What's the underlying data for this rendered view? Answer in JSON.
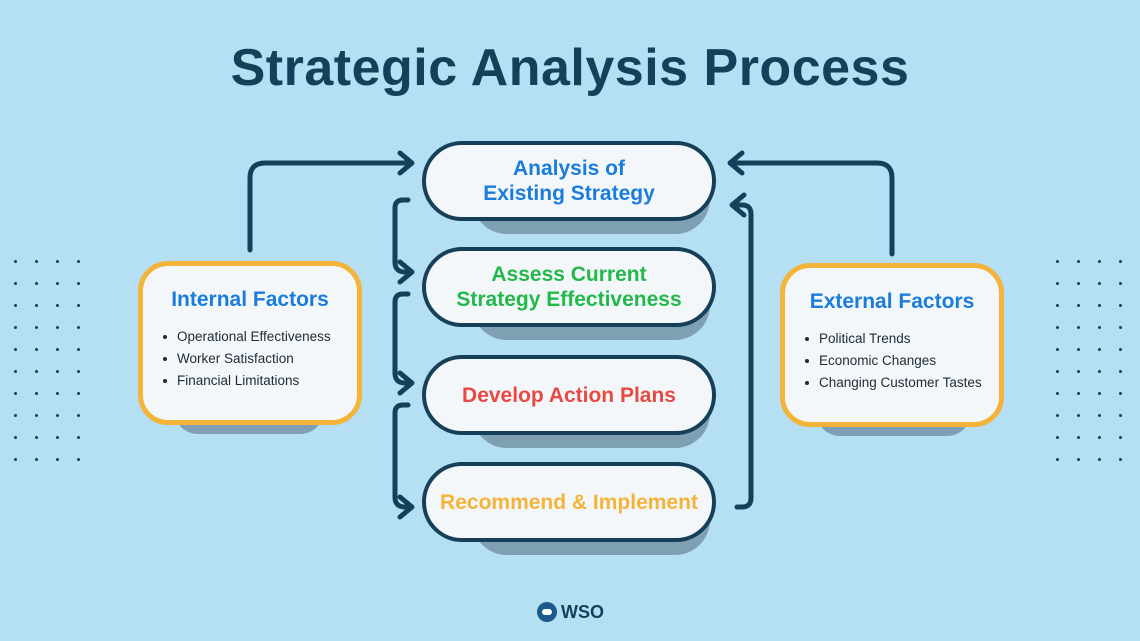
{
  "title": "Strategic Analysis Process",
  "steps": [
    {
      "label_line1": "Analysis of",
      "label_line2": "Existing Strategy",
      "color": "#1a7ddc"
    },
    {
      "label_line1": "Assess Current",
      "label_line2": "Strategy Effectiveness",
      "color": "#22b84a"
    },
    {
      "label_line1": "Develop Action Plans",
      "color": "#e84a43"
    },
    {
      "label_line1": "Recommend & Implement",
      "color": "#f4b43a"
    }
  ],
  "internal_factors": {
    "title": "Internal Factors",
    "items": [
      "Operational Effectiveness",
      "Worker Satisfaction",
      "Financial Limitations"
    ]
  },
  "external_factors": {
    "title": "External Factors",
    "items": [
      "Political Trends",
      "Economic Changes",
      "Changing Customer Tastes"
    ]
  },
  "logo": {
    "text": "WSO"
  },
  "colors": {
    "background": "#b5dff2",
    "navy": "#163f5a",
    "accent_orange": "#f4b43a"
  }
}
